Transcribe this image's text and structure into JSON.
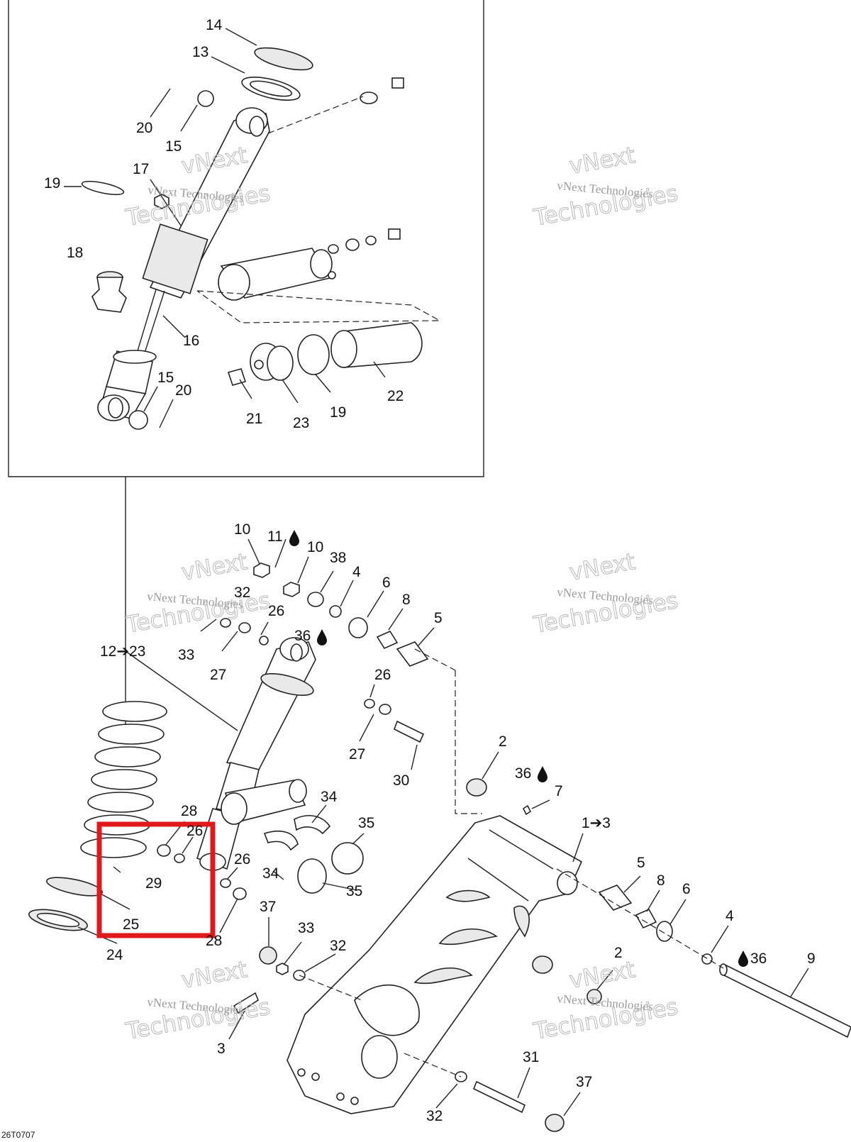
{
  "diagram": {
    "drawing_code": "26T0707",
    "watermark_line1": "vNext Technologies",
    "watermark_line2": "vNext",
    "watermark_line3": "Technologies",
    "highlight_color": "#e01a1a",
    "callouts": {
      "c14": "14",
      "c13": "13",
      "c20a": "20",
      "c15a": "15",
      "c17": "17",
      "c19a": "19",
      "c18": "18",
      "c16": "16",
      "c15b": "15",
      "c20b": "20",
      "c21": "21",
      "c23": "23",
      "c19b": "19",
      "c22": "22",
      "c10a": "10",
      "c11": "11",
      "c10b": "10",
      "c38": "38",
      "c4a": "4",
      "c6a": "6",
      "c8a": "8",
      "c5a": "5",
      "c32a": "32",
      "c26a": "26",
      "c36a": "36",
      "c33a": "33",
      "c27a": "27",
      "c12": "12➔23",
      "c26b": "26",
      "c27b": "27",
      "c30": "30",
      "c2a": "2",
      "c36b": "36",
      "c7": "7",
      "c1": "1➔3",
      "c34a": "34",
      "c35a": "35",
      "c28a": "28",
      "c26c": "26",
      "c26d": "26",
      "c29": "29",
      "c34b": "34",
      "c35b": "35",
      "c25": "25",
      "c28b": "28",
      "c24": "24",
      "c37a": "37",
      "c33b": "33",
      "c32b": "32",
      "c5b": "5",
      "c8b": "8",
      "c6b": "6",
      "c4b": "4",
      "c36c": "36",
      "c9": "9",
      "c2b": "2",
      "c3": "3",
      "c31": "31",
      "c37b": "37",
      "c32c": "32"
    }
  }
}
